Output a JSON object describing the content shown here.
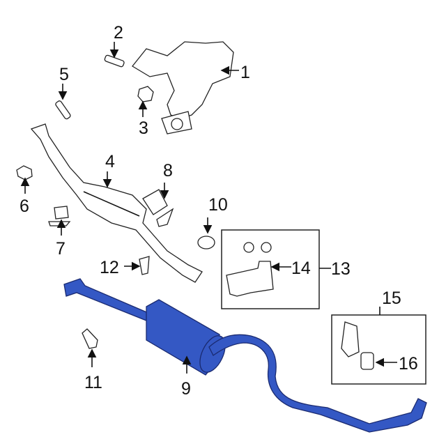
{
  "diagram": {
    "callouts": [
      "1",
      "2",
      "3",
      "4",
      "5",
      "6",
      "7",
      "8",
      "9",
      "10",
      "11",
      "12",
      "13",
      "14",
      "15",
      "16"
    ],
    "highlight_color": "#3458c4"
  }
}
